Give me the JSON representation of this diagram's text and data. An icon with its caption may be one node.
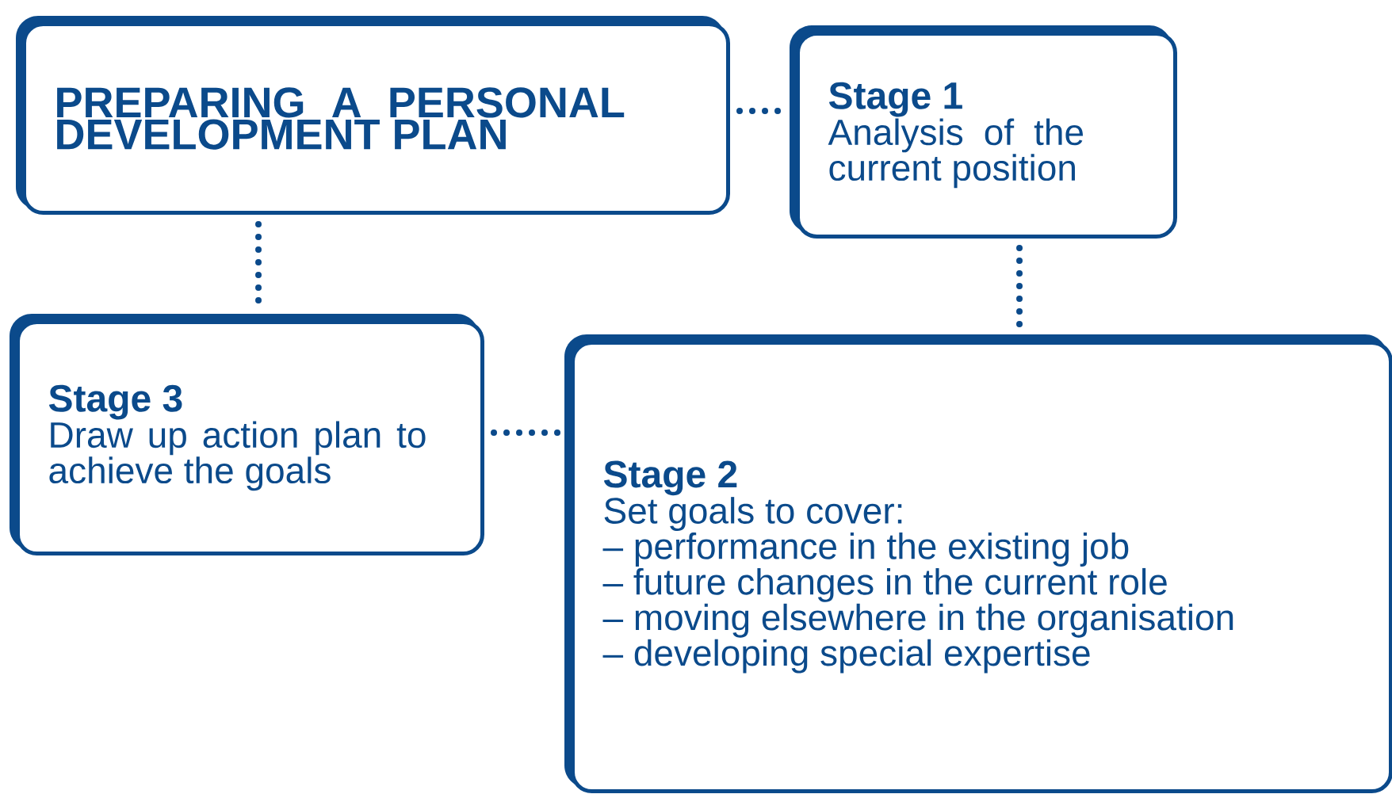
{
  "diagram": {
    "nodes": [
      {
        "text": [
          "PREPARING A PERSONAL DEVELOPMENT PLAN"
        ]
      },
      {
        "text": [
          "Stage 1",
          "Analysis of the current position"
        ]
      },
      {
        "text": [
          "Stage 3",
          "Draw up action plan to achieve the goals"
        ]
      },
      {
        "text": [
          "Stage 2",
          "Set goals to cover:",
          "– performance in the existing job",
          "– future changes in the current role",
          "– moving elsewhere in the organisation",
          "– developing special expertise"
        ]
      }
    ],
    "edges": [
      {
        "from": 0,
        "to": 1,
        "arrow": "none"
      },
      {
        "from": 0,
        "to": 2,
        "arrow": "none"
      },
      {
        "from": 1,
        "to": 3,
        "arrow": "none"
      },
      {
        "from": 2,
        "to": 3,
        "arrow": "none"
      }
    ]
  }
}
